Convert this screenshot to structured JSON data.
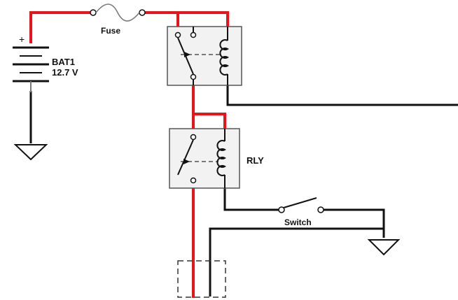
{
  "labels": {
    "fuse": "Fuse",
    "battery_name": "BAT1",
    "battery_voltage": "12.7 V",
    "battery_plus": "+",
    "relay": "RLY",
    "switch": "Switch"
  },
  "colors": {
    "positive_wire": "#e8141a",
    "ground_wire": "#111111",
    "relay_body": "#f2f2f2",
    "relay_border": "#555555"
  }
}
